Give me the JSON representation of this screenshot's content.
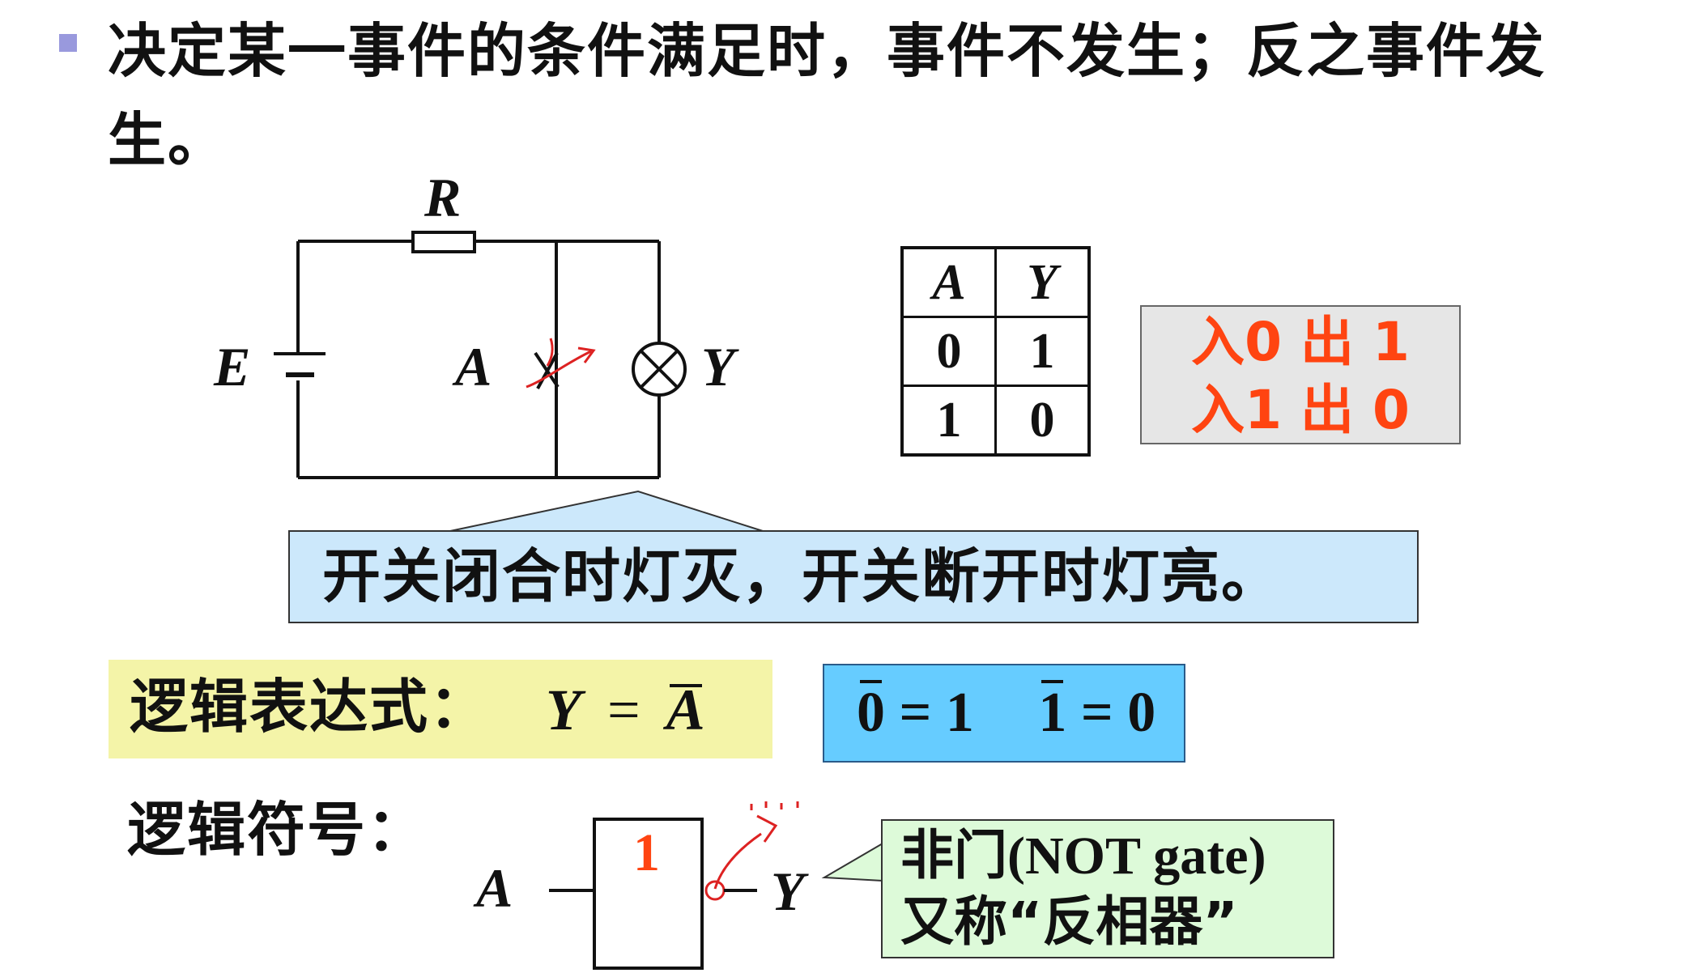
{
  "intro": {
    "text": "决定某一事件的条件满足时，事件不发生；反之事件发生。"
  },
  "circuit": {
    "resistor_label": "R",
    "battery_label": "E",
    "switch_label": "A",
    "lamp_label": "Y"
  },
  "truth_table": {
    "headers": [
      "A",
      "Y"
    ],
    "rows": [
      [
        "0",
        "1"
      ],
      [
        "1",
        "0"
      ]
    ]
  },
  "io_box": {
    "line1": "入0 出 1",
    "line2": "入1 出 0",
    "color": "#ff4411"
  },
  "callout": {
    "text": "开关闭合时灯灭，开关断开时灯亮。"
  },
  "expression": {
    "label": "逻辑表达式：",
    "lhs": "Y",
    "eq": "=",
    "rhs": "A"
  },
  "identities": {
    "a_arg": "0",
    "a_res": "= 1",
    "b_arg": "1",
    "b_res": "= 0"
  },
  "symbol": {
    "label": "逻辑符号：",
    "input": "A",
    "gate_mark": "1",
    "output": "Y"
  },
  "gate_callout": {
    "line1_cn": "非门",
    "line1_en": "(NOT gate)",
    "line2_cn": "又称",
    "line2_q": "“反相器”"
  }
}
